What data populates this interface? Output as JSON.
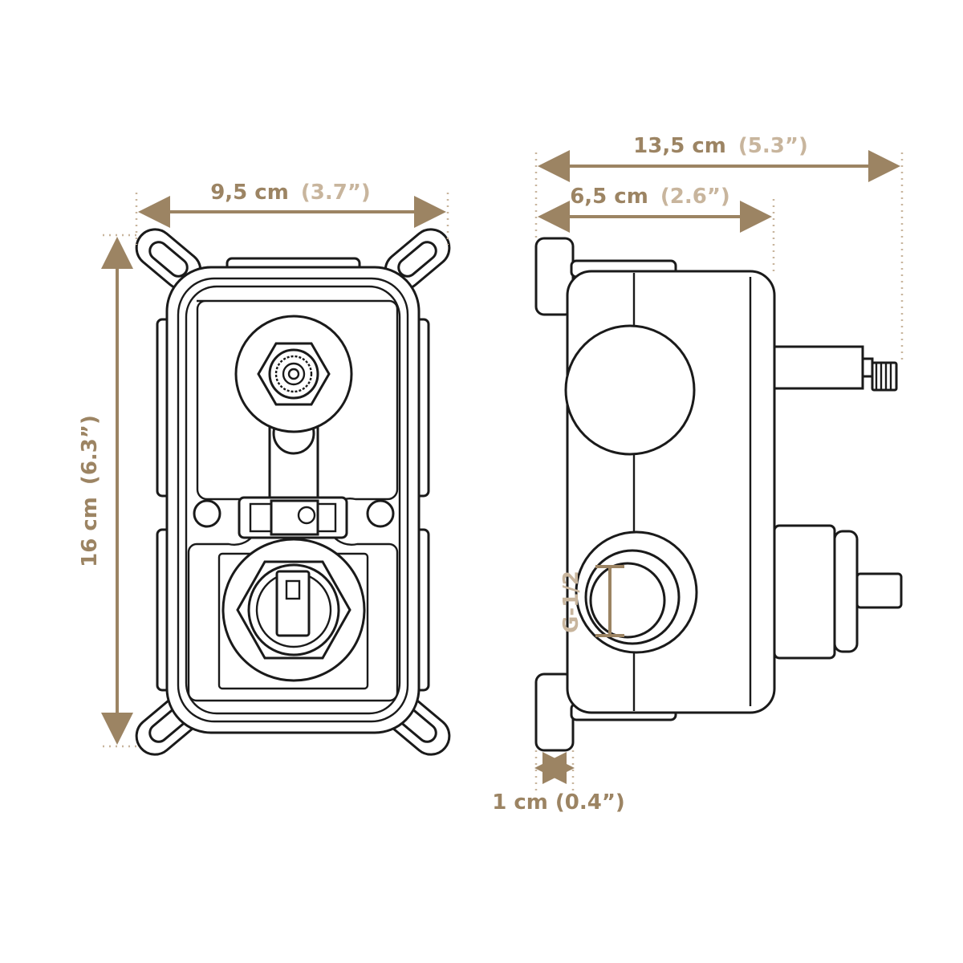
{
  "colors": {
    "dimension_primary": "#9c8463",
    "dimension_secondary": "#c8b59d",
    "outline": "#1a1a1a",
    "background": "#ffffff"
  },
  "dimensions": {
    "front_width": {
      "metric": "9,5 cm",
      "imperial": "(3.7”)"
    },
    "front_height": {
      "metric": "16 cm",
      "imperial": "(6.3”)"
    },
    "side_total_depth": {
      "metric": "13,5 cm",
      "imperial": "(5.3”)"
    },
    "side_body_depth": {
      "metric": "6,5 cm",
      "imperial": "(2.6”)"
    },
    "side_flange": {
      "label": "1 cm (0.4”)"
    },
    "thread": {
      "label": "G-1/2"
    }
  }
}
